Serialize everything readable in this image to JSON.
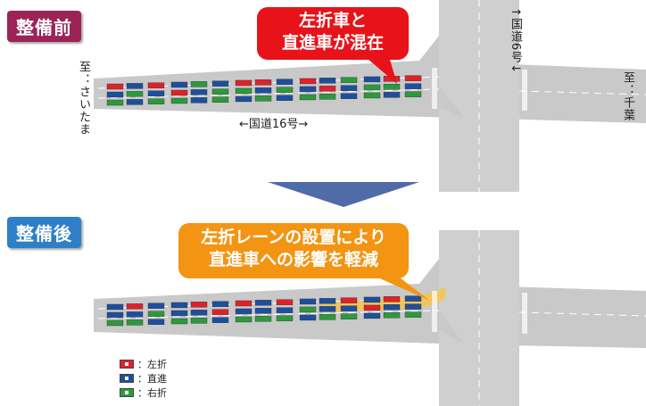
{
  "before": {
    "badge": "整備前",
    "callout": [
      "左折車と",
      "直進車が混在"
    ],
    "to_left": "至：さいたま",
    "to_right": "至：千葉",
    "route16": "←国道16号→",
    "route6": "↑国道6号↓"
  },
  "after": {
    "badge": "整備後",
    "callout": [
      "左折レーンの設置により",
      "直進車への影響を軽減"
    ]
  },
  "legend": [
    {
      "label": "：左折",
      "color": "#e0202a"
    },
    {
      "label": "：直進",
      "color": "#1d4f9e"
    },
    {
      "label": "：右折",
      "color": "#2c9a3c"
    }
  ],
  "colors": {
    "before_badge": "#9b2355",
    "after_badge": "#2f7fc8",
    "callout_red": "#e8121a",
    "callout_orange": "#f39412",
    "road": "#c8c8c8",
    "arrow": "#4f6ba8"
  }
}
